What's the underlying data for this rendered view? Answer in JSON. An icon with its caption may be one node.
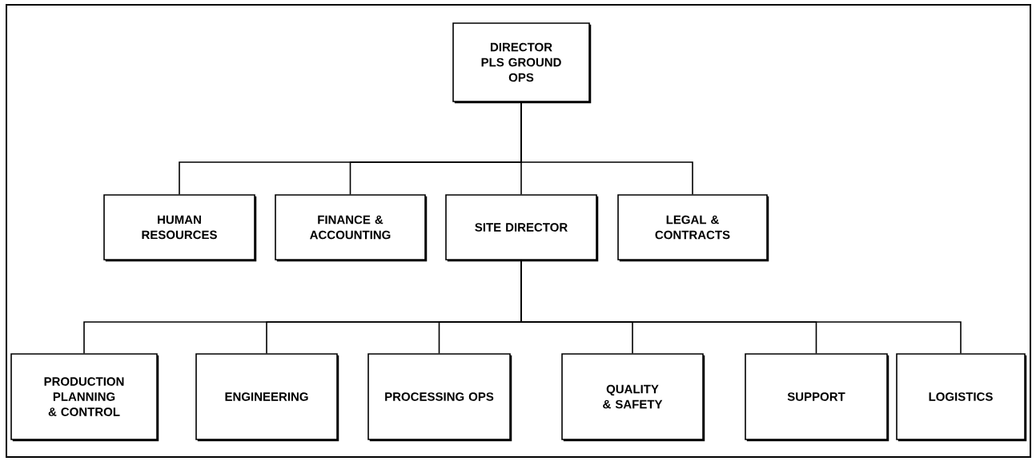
{
  "diagram": {
    "nodes": [
      {
        "text": [
          "DIRECTOR PLS GROUND OPS"
        ]
      },
      {
        "text": [
          "HUMAN RESOURCES"
        ]
      },
      {
        "text": [
          "FINANCE & ACCOUNTING"
        ]
      },
      {
        "text": [
          "SITE DIRECTOR"
        ]
      },
      {
        "text": [
          "LEGAL & CONTRACTS"
        ]
      },
      {
        "text": [
          "PRODUCTION PLANNING & CONTROL"
        ]
      },
      {
        "text": [
          "ENGINEERING"
        ]
      },
      {
        "text": [
          "PROCESSING OPS"
        ]
      },
      {
        "text": [
          "QUALITY & SAFETY"
        ]
      },
      {
        "text": [
          "SUPPORT"
        ]
      },
      {
        "text": [
          "LOGISTICS"
        ]
      }
    ],
    "edges": [
      {
        "from": 0,
        "to": 1,
        "arrow": "none"
      },
      {
        "from": 0,
        "to": 2,
        "arrow": "none"
      },
      {
        "from": 0,
        "to": 3,
        "arrow": "none"
      },
      {
        "from": 0,
        "to": 4,
        "arrow": "none"
      },
      {
        "from": 3,
        "to": 5,
        "arrow": "none"
      },
      {
        "from": 3,
        "to": 6,
        "arrow": "none"
      },
      {
        "from": 3,
        "to": 7,
        "arrow": "none"
      },
      {
        "from": 3,
        "to": 8,
        "arrow": "none"
      },
      {
        "from": 3,
        "to": 9,
        "arrow": "none"
      },
      {
        "from": 3,
        "to": 10,
        "arrow": "none"
      }
    ]
  }
}
